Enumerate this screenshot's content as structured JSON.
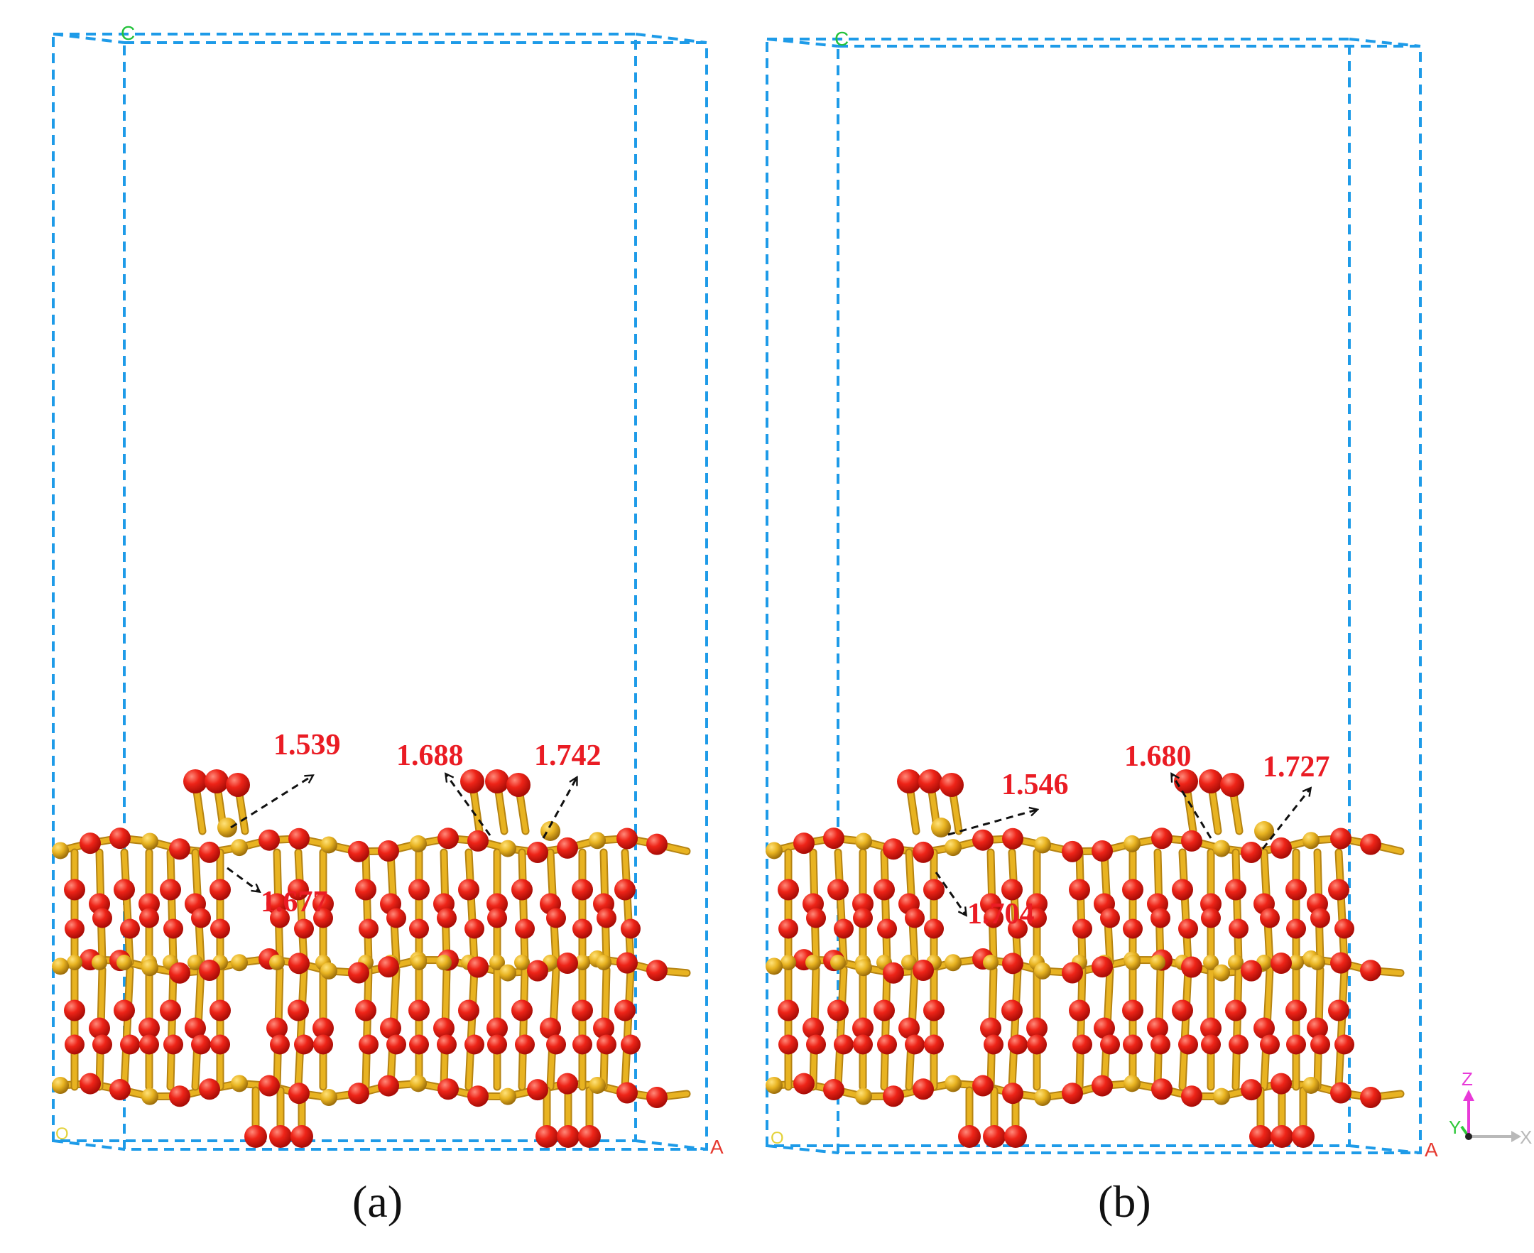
{
  "colors": {
    "cell_edge": "#1e9be8",
    "oxygen": "#e61e14",
    "oxygen_highlight": "#ff7a6a",
    "silicon": "#e8b321",
    "silicon_dark": "#b58312",
    "bond_label": "#ea1c24",
    "arrow": "#111111",
    "axis_x": "#b9b9b9",
    "axis_y": "#2fc83a",
    "axis_z": "#e83ad8"
  },
  "panels": [
    {
      "caption": "(a)",
      "axis_labels": {
        "top": "C",
        "origin": "O",
        "right": "A"
      },
      "bond_lengths": [
        "1.539",
        "1.677",
        "1.688",
        "1.742"
      ]
    },
    {
      "caption": "(b)",
      "axis_labels": {
        "top": "C",
        "origin": "O",
        "right": "A"
      },
      "bond_lengths": [
        "1.546",
        "1.704",
        "1.680",
        "1.727"
      ]
    }
  ],
  "axis_triad": {
    "z": "Z",
    "y": "Y",
    "x": "X"
  }
}
